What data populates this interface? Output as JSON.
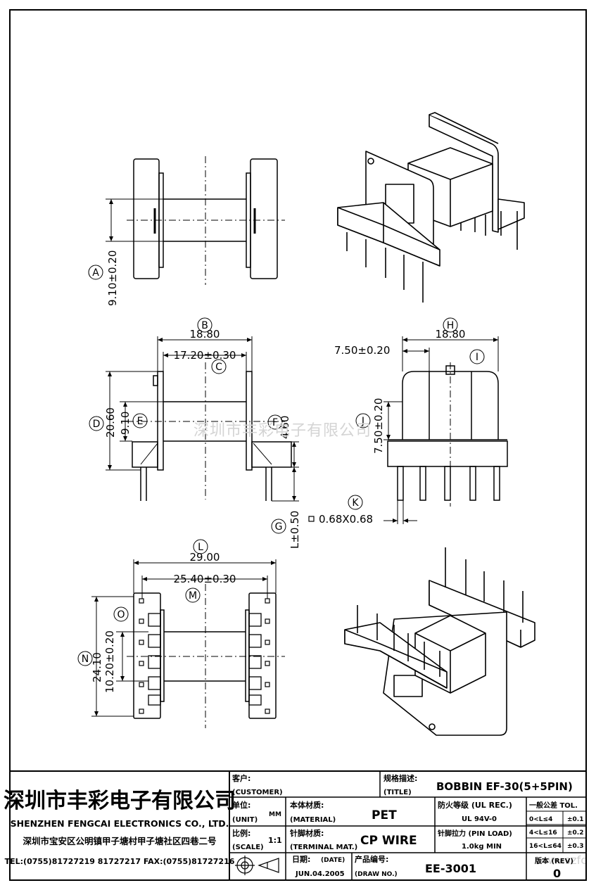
{
  "drawing": {
    "dims": {
      "A": "9.10±0.20",
      "B": "18.80",
      "C": "17.20±0.30",
      "D": "20.60",
      "E": "9.10",
      "F": "4.60",
      "G": "L±0.50",
      "H": "18.80",
      "I": "7.50±0.20",
      "J": "7.50±0.20",
      "K": "0.68X0.68",
      "L": "29.00",
      "M": "25.40±0.30",
      "N": "24.10",
      "O": "10.20±0.20"
    },
    "callouts": [
      "A",
      "B",
      "C",
      "D",
      "E",
      "F",
      "G",
      "H",
      "I",
      "J",
      "K",
      "L",
      "M",
      "N",
      "O"
    ],
    "watermark": "深圳市丰彩电子有限公司",
    "watermark_url": "www.szfc"
  },
  "title_block": {
    "company_cn": "深圳市丰彩电子有限公司",
    "company_en": "SHENZHEN FENGCAI ELECTRONICS CO., LTD.",
    "address": "深圳市宝安区公明镇甲子塘村甲子塘社区四巷二号",
    "phone": "TEL:(0755)81727219  81727217   FAX:(0755)81727216",
    "customer_label_cn": "客户:",
    "customer_label_en": "(CUSTOMER)",
    "title_label_cn": "规格描述:",
    "title_label_en": "(TITLE)",
    "title_value": "BOBBIN EF-30(5+5PIN)",
    "unit_label_cn": "单位:",
    "unit_label_en": "(UNIT)",
    "unit_value": "MM",
    "scale_label_cn": "比例:",
    "scale_label_en": "(SCALE)",
    "scale_value": "1:1",
    "material_label_cn": "本体材质:",
    "material_label_en": "(MATERIAL)",
    "material_value": "PET",
    "terminal_label_cn": "针脚材质:",
    "terminal_label_en": "(TERMINAL MAT.)",
    "terminal_value": "CP WIRE",
    "ul_label": "防火等级 (UL REC.)",
    "ul_value": "UL 94V-0",
    "pin_load_label": "针脚拉力 (PIN LOAD)",
    "pin_load_value": "1.0kg MIN",
    "tol_label": "一般公差 TOL.",
    "tol_rows": [
      {
        "range": "0<L≤4",
        "tol": "±0.1"
      },
      {
        "range": "4<L≤16",
        "tol": "±0.2"
      },
      {
        "range": "16<L≤64",
        "tol": "±0.3"
      }
    ],
    "date_label_cn": "日期:",
    "date_label_en": "(DATE)",
    "date_value": "JUN.04.2005",
    "draw_label_cn": "产品编号:",
    "draw_label_en": "(DRAW NO.)",
    "draw_value": "EE-3001",
    "rev_label": "版本 (REV)",
    "rev_value": "0"
  }
}
